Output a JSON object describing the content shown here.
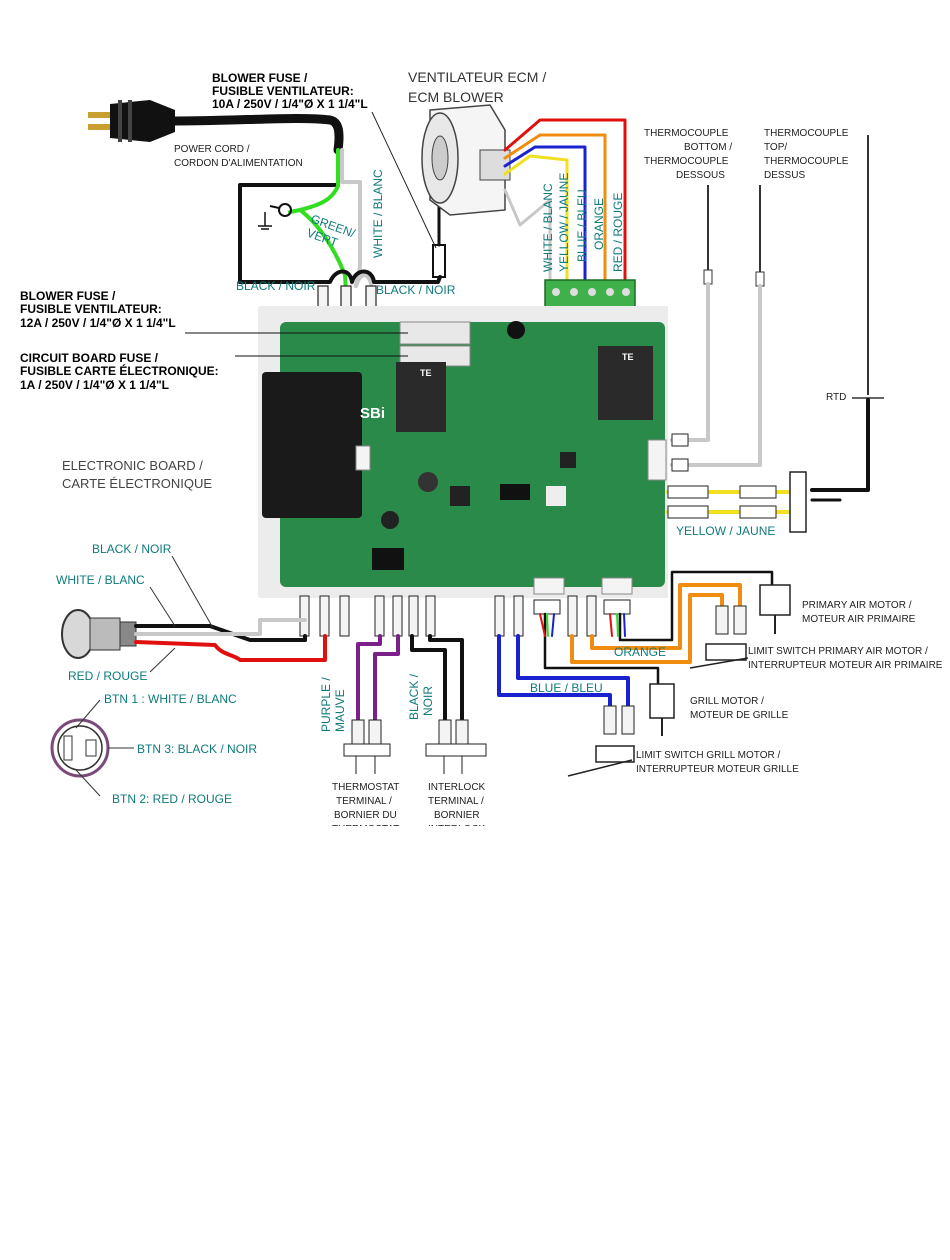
{
  "labels": {
    "blower_fuse_top_1": "BLOWER FUSE /",
    "blower_fuse_top_2": "FUSIBLE VENTILATEUR:",
    "blower_fuse_top_3": "10A / 250V / 1/4\"Ø X 1 1/4\"L",
    "ecm_1": "VENTILATEUR ECM /",
    "ecm_2": "ECM BLOWER",
    "power_cord_1": "POWER CORD /",
    "power_cord_2": "CORDON D'ALIMENTATION",
    "green_vert_1": "GREEN/",
    "green_vert_2": "VERT",
    "white_blanc_v": "WHITE / BLANC",
    "black_noir_1": "BLACK / NOIR",
    "black_noir_2": "BLACK / NOIR",
    "blower_fuse_mid_1": "BLOWER FUSE /",
    "blower_fuse_mid_2": "FUSIBLE VENTILATEUR:",
    "blower_fuse_mid_3": "12A / 250V / 1/4\"Ø X 1 1/4\"L",
    "board_fuse_1": "CIRCUIT BOARD FUSE /",
    "board_fuse_2": "FUSIBLE CARTE ÉLECTRONIQUE:",
    "board_fuse_3": "1A / 250V / 1/4\"Ø X 1 1/4\"L",
    "electronic_board_1": "ELECTRONIC BOARD /",
    "electronic_board_2": "CARTE ÉLECTRONIQUE",
    "ecm_wire_white": "WHITE / BLANC",
    "ecm_wire_yellow": "YELLOW / JAUNE",
    "ecm_wire_blue": "BLUE / BLEU",
    "ecm_wire_orange": "ORANGE",
    "ecm_wire_red": "RED / ROUGE",
    "tc_bottom_1": "THERMOCOUPLE",
    "tc_bottom_2": "BOTTOM /",
    "tc_bottom_3": "THERMOCOUPLE",
    "tc_bottom_4": "DESSOUS",
    "tc_top_1": "THERMOCOUPLE",
    "tc_top_2": "TOP/",
    "tc_top_3": "THERMOCOUPLE",
    "tc_top_4": "DESSUS",
    "rtd": "RTD",
    "yellow_jaune": "YELLOW / JAUNE",
    "btn_black_noir": "BLACK / NOIR",
    "btn_white_blanc": "WHITE / BLANC",
    "btn_red_rouge": "RED / ROUGE",
    "btn1": "BTN 1 : WHITE / BLANC",
    "btn3": "BTN 3: BLACK / NOIR",
    "btn2": "BTN 2: RED / ROUGE",
    "purple_1": "PURPLE /",
    "purple_2": "MAUVE",
    "black_v_1": "BLACK /",
    "black_v_2": "NOIR",
    "thermostat_1": "THERMOSTAT",
    "thermostat_2": "TERMINAL /",
    "thermostat_3": "BORNIER DU",
    "thermostat_4": "THERMOSTAT",
    "interlock_1": "INTERLOCK",
    "interlock_2": "TERMINAL /",
    "interlock_3": "BORNIER",
    "interlock_4": "INTERLOCK",
    "orange": "ORANGE",
    "blue_bleu": "BLUE / BLEU",
    "primary_air_1": "PRIMARY AIR MOTOR /",
    "primary_air_2": "MOTEUR AIR PRIMAIRE",
    "limit_primary_1": "LIMIT SWITCH PRIMARY AIR MOTOR /",
    "limit_primary_2": "INTERRUPTEUR MOTEUR AIR PRIMAIRE",
    "grill_motor_1": "GRILL MOTOR /",
    "grill_motor_2": "MOTEUR DE GRILLE",
    "limit_grill_1": "LIMIT SWITCH GRILL MOTOR /",
    "limit_grill_2": "INTERRUPTEUR MOTEUR GRILLE",
    "board_brand": "SBi",
    "relay_brand_1": "TE",
    "relay_brand_2": "TE"
  },
  "colors": {
    "black_wire": "#111111",
    "white_wire": "#c8c8c8",
    "green_wire": "#33dd22",
    "red_wire": "#e01010",
    "yellow_wire": "#f0e020",
    "blue_wire": "#1a22d0",
    "orange_wire": "#f08c10",
    "purple_wire": "#7a2088",
    "board_green": "#2a8a4a",
    "teal_text": "#0e7a7a"
  }
}
